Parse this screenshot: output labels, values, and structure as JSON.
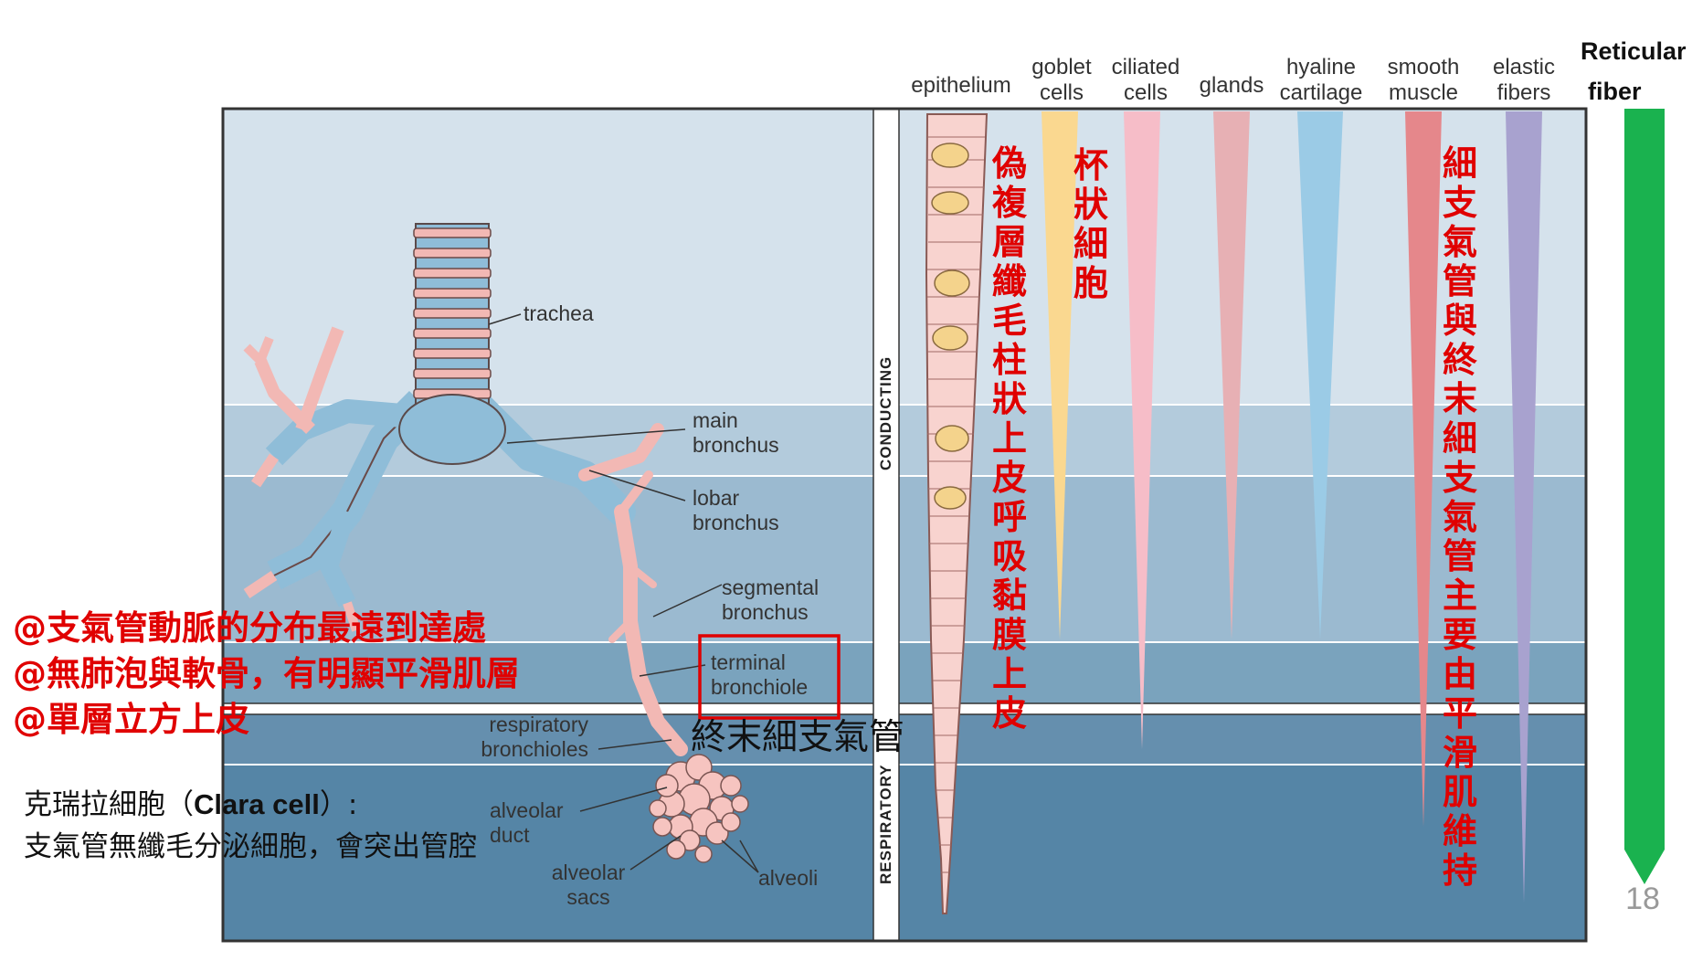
{
  "headers": {
    "epithelium": "epithelium",
    "goblet": [
      "goblet",
      "cells"
    ],
    "ciliated": [
      "ciliated",
      "cells"
    ],
    "glands": "glands",
    "hyaline": [
      "hyaline",
      "cartilage"
    ],
    "smooth": [
      "smooth",
      "muscle"
    ],
    "elastic": [
      "elastic",
      "fibers"
    ],
    "reticular": [
      "Reticular",
      "fiber"
    ]
  },
  "airway_labels": {
    "trachea": "trachea",
    "main_bronchus": [
      "main",
      "bronchus"
    ],
    "lobar_bronchus": [
      "lobar",
      "bronchus"
    ],
    "segmental_bronchus": [
      "segmental",
      "bronchus"
    ],
    "terminal_bronchiole": [
      "terminal",
      "bronchiole"
    ],
    "respiratory_bronchioles": [
      "respiratory",
      "bronchioles"
    ],
    "alveolar_duct": [
      "alveolar",
      "duct"
    ],
    "alveolar_sacs": [
      "alveolar",
      "sacs"
    ],
    "alveoli": "alveoli"
  },
  "zones": {
    "conducting": "CONDUCTING",
    "respiratory": "RESPIRATORY"
  },
  "annotations": {
    "pseudostratified": "偽複層纖毛柱狀上皮 呼吸黏膜上皮",
    "goblet_cn": "杯狀細胞",
    "smooth_muscle_cn": "細支氣管 與終末細支氣管主要由平滑肌維持",
    "terminal_cn": "終末細支氣管",
    "notes": [
      "@支氣管動脈的分布最遠到達處",
      "@無肺泡與軟骨，有明顯平滑肌層",
      "@單層立方上皮"
    ],
    "clara_title_prefix": "克瑞拉細胞（",
    "clara_title_bold": "Clara cell",
    "clara_title_suffix": "）:",
    "clara_desc": "支氣管無纖毛分泌細胞，會突出管腔"
  },
  "page_number": "18",
  "colors": {
    "band1": "#d5e2ec",
    "band2": "#b3cbdc",
    "band3": "#9bbad0",
    "band4": "#7aa3bd",
    "band5": "#658fae",
    "band6": "#5585a6",
    "goblet": "#fad890",
    "ciliated": "#f6bdc8",
    "glands": "#e7b0b4",
    "hyaline": "#9bcbe6",
    "smooth": "#e5878b",
    "elastic": "#a8a2cf",
    "reticular": "#1ab24f",
    "red_text": "#e00000"
  }
}
